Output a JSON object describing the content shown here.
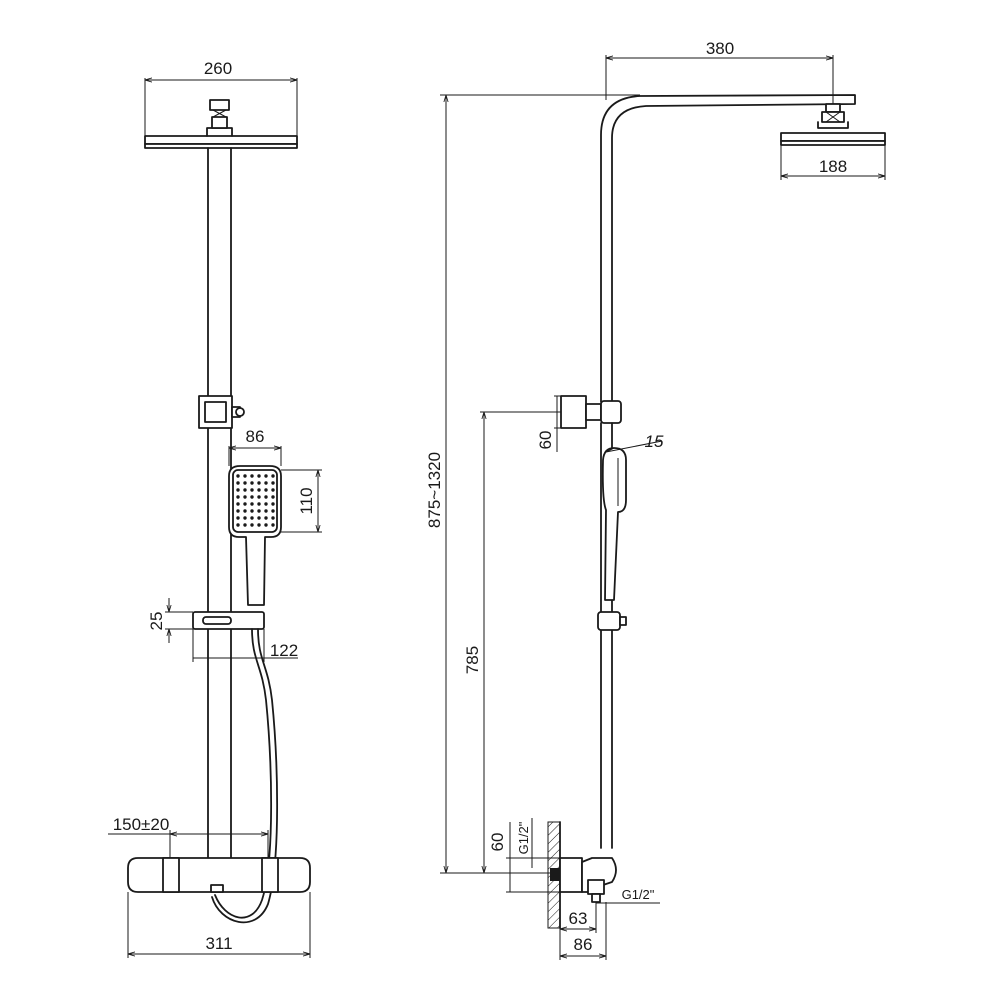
{
  "front_view": {
    "width_overhead": "260",
    "handshower_width": "86",
    "handshower_height": "110",
    "slider_height": "25",
    "slider_depth": "122",
    "inlet_spacing": "150±20",
    "mixer_width": "311"
  },
  "side_view": {
    "arm_projection": "380",
    "overhead_diameter": "188",
    "total_height": "875~1320",
    "holder_height": "60",
    "handshower_angle": "15",
    "slider_rail_height": "785",
    "inlet_height": "60",
    "inlet_thread_wall": "G1/2\"",
    "outlet_thread": "G1/2\"",
    "wall_offset_small": "63",
    "wall_offset_large": "86"
  }
}
